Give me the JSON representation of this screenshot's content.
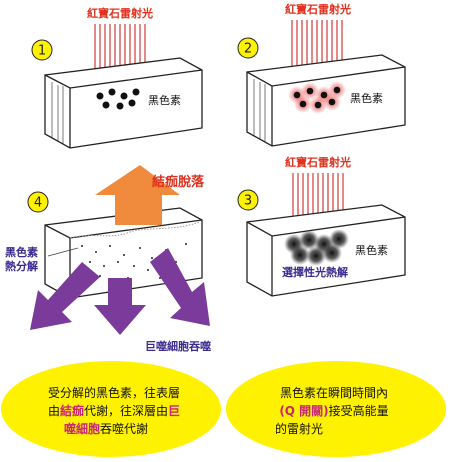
{
  "panel1": {
    "number": "1",
    "laser_label": "紅寶石雷射光",
    "pigment_label": "黑色素"
  },
  "panel2": {
    "number": "2",
    "laser_label": "紅寶石雷射光",
    "pigment_label": "黑色素"
  },
  "panel3": {
    "number": "3",
    "laser_label": "紅寶石雷射光",
    "pigment_label": "黑色素",
    "caption": "選擇性光熱解"
  },
  "panel4": {
    "number": "4",
    "scab_label": "結痂脫落",
    "breakdown_label_line1": "黑色素",
    "breakdown_label_line2": "熱分解",
    "macrophage_label": "巨噬細胞吞噬"
  },
  "left_bubble": {
    "line1": "受分解的黑色素，往表層",
    "line2_a": "由",
    "line2_b": "結痂",
    "line2_c": "代謝，往深層由",
    "line2_d": "巨",
    "line3_a": "噬細胞",
    "line3_b": "吞噬代謝"
  },
  "right_bubble": {
    "line1": "黑色素在瞬間時間內",
    "line2_a": "(Q 開關)",
    "line2_b": "接受高能量",
    "line3": "的雷射光"
  },
  "colors": {
    "laser_red": "#d23a3a",
    "orange_arrow": "#f08a3c",
    "purple_arrow": "#7b3b9a",
    "bubble_yellow": "#fff200",
    "label_red": "#e0301e",
    "label_purple": "#3b2a8f",
    "highlight_magenta": "#c8247a"
  }
}
